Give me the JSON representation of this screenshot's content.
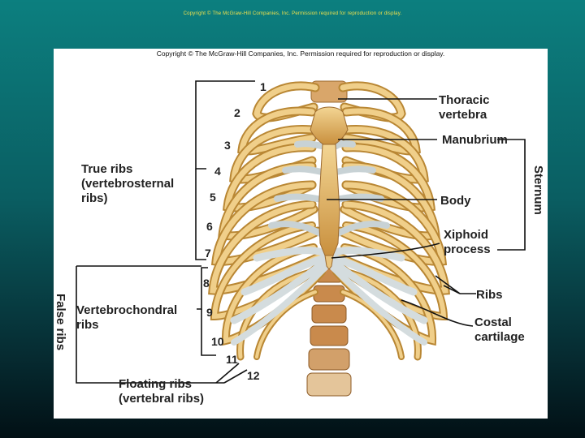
{
  "slide": {
    "copyright_top": "Copyright © The McGraw-Hill Companies, Inc. Permission required for reproduction or display."
  },
  "figure": {
    "copyright": "Copyright © The McGraw-Hill Companies, Inc. Permission required for reproduction or display.",
    "labels": {
      "thoracic_vertebra": [
        "Thoracic",
        "vertebra"
      ],
      "manubrium": "Manubrium",
      "body": "Body",
      "xiphoid_process": [
        "Xiphoid",
        "process"
      ],
      "sternum": "Sternum",
      "ribs": "Ribs",
      "costal_cartilage": [
        "Costal",
        "cartilage"
      ],
      "true_ribs": [
        "True ribs",
        "(vertebrosternal",
        "ribs)"
      ],
      "vertebrochondral_ribs": [
        "Vertebrochondral",
        "ribs"
      ],
      "false_ribs": "False ribs",
      "floating_ribs": [
        "Floating ribs",
        "(vertebral ribs)"
      ]
    },
    "rib_numbers": [
      "1",
      "2",
      "3",
      "4",
      "5",
      "6",
      "7",
      "8",
      "9",
      "10",
      "11",
      "12"
    ],
    "colors": {
      "bone": "#e7bd6e",
      "bone_dark": "#b98734",
      "cartilage": "#d9e1e3",
      "vertebra": "#c98a4c"
    }
  }
}
